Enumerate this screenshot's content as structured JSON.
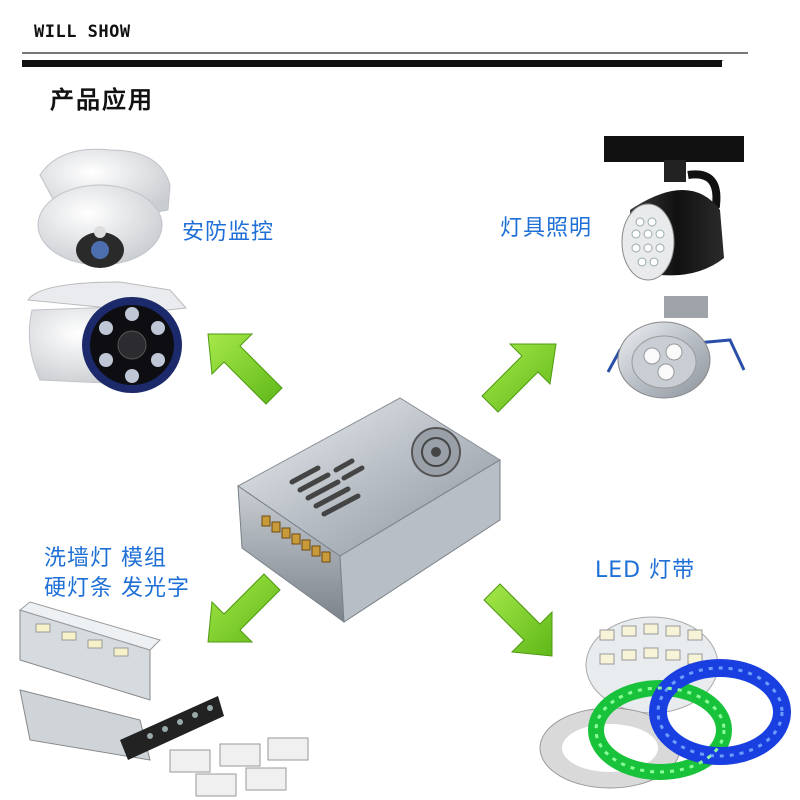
{
  "header": {
    "brand": "WILL SHOW",
    "section_title": "产品应用"
  },
  "applications": {
    "security": "安防监控",
    "lamp": "灯具照明",
    "wall_line1": "洗墙灯 模组",
    "wall_line2": "硬灯条 发光字",
    "led_strip": "LED 灯带"
  },
  "colors": {
    "accent_text": "#1e6fd6",
    "arrow_green": "#7ed321"
  }
}
